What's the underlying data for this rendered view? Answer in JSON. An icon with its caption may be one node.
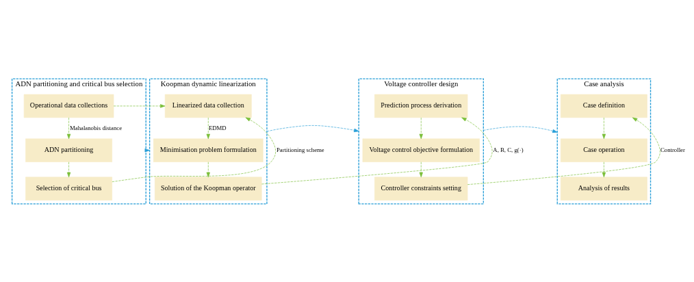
{
  "diagram": {
    "nodes": [
      {
        "text": [
          "ADN partitioning and critical bus selection"
        ]
      },
      {
        "text": [
          "Operational data collections"
        ],
        "in": 0
      },
      {
        "text": [
          "ADN partitioning"
        ],
        "in": 0
      },
      {
        "text": [
          "Selection of critical bus"
        ],
        "in": 0
      },
      {
        "text": [
          "Koopman dynamic linearization"
        ]
      },
      {
        "text": [
          "Linearized data collection"
        ],
        "in": 4
      },
      {
        "text": [
          "Minimisation problem formulation"
        ],
        "in": 4
      },
      {
        "text": [
          "Solution of the Koopman operator"
        ],
        "in": 4
      },
      {
        "text": [
          "Voltage controller design"
        ]
      },
      {
        "text": [
          "Prediction process derivation"
        ],
        "in": 8
      },
      {
        "text": [
          "Voltage control objective formulation"
        ],
        "in": 8
      },
      {
        "text": [
          "Controller constraints setting"
        ],
        "in": 8
      },
      {
        "text": [
          "Case analysis"
        ]
      },
      {
        "text": [
          "Case definition"
        ],
        "in": 12
      },
      {
        "text": [
          "Case operation"
        ],
        "in": 12
      },
      {
        "text": [
          "Analysis of results"
        ],
        "in": 12
      }
    ],
    "edges": [
      {
        "from": 0,
        "to": 4,
        "arrow": "to",
        "style": "dashed",
        "color": "#2a9fd8"
      },
      {
        "from": 4,
        "to": 8,
        "arrow": "to",
        "style": "dashed",
        "color": "#2a9fd8"
      },
      {
        "from": 8,
        "to": 12,
        "arrow": "to",
        "style": "dashed",
        "color": "#2a9fd8"
      },
      {
        "from": 1,
        "to": 2,
        "arrow": "to",
        "label": "Mahalanobis distance",
        "style": "dashed"
      },
      {
        "from": 2,
        "to": 3,
        "arrow": "to",
        "style": "dashed"
      },
      {
        "from": 1,
        "to": 5,
        "arrow": "to",
        "style": "dashed"
      },
      {
        "from": 3,
        "to": 5,
        "arrow": "to",
        "label": "Partitioning scheme",
        "style": "dashed"
      },
      {
        "from": 5,
        "to": 6,
        "arrow": "to",
        "label": "EDMD",
        "style": "dashed"
      },
      {
        "from": 6,
        "to": 7,
        "arrow": "to",
        "style": "dashed"
      },
      {
        "from": 7,
        "to": 9,
        "arrow": "to",
        "label": "A, B, C, g(·)",
        "style": "dashed"
      },
      {
        "from": 9,
        "to": 10,
        "arrow": "to",
        "style": "dashed"
      },
      {
        "from": 10,
        "to": 11,
        "arrow": "to",
        "style": "dashed"
      },
      {
        "from": 11,
        "to": 13,
        "arrow": "to",
        "label": "Controller",
        "style": "dashed"
      },
      {
        "from": 13,
        "to": 14,
        "arrow": "to",
        "style": "dashed"
      },
      {
        "from": 14,
        "to": 15,
        "arrow": "to",
        "style": "dashed"
      }
    ]
  }
}
